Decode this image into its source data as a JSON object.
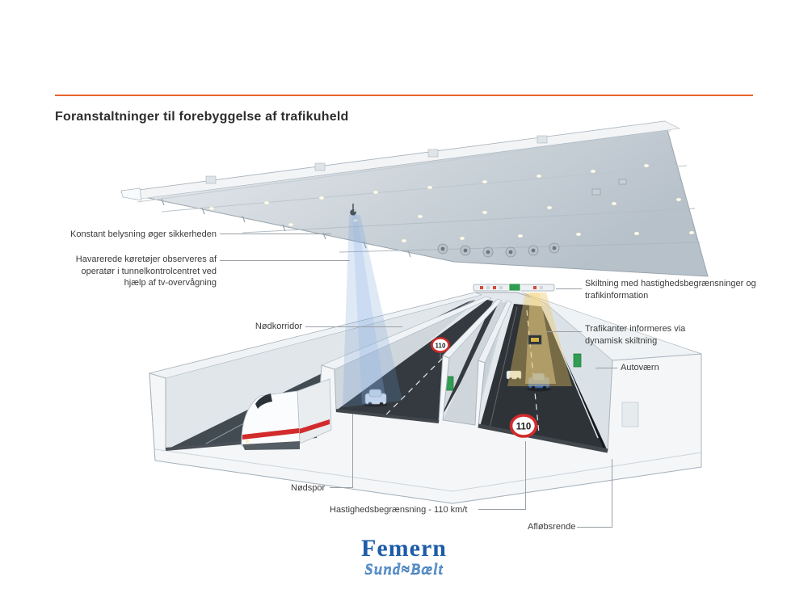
{
  "page": {
    "title": "Foranstaltninger til forebyggelse af trafikuheld"
  },
  "callouts": {
    "konstant_belysning": "Konstant belysning øger sikkerheden",
    "havarerede": "Havarerede køretøjer observeres af operatør i tunnelkontrolcentret ved hjælp af tv-overvågning",
    "nodkorridor": "Nødkorridor",
    "nodspor": "Nødspor",
    "hastighed": "Hastighedsbegrænsning - 110 km/t",
    "aflobsrende": "Afløbsrende",
    "skiltning": "Skiltning med hastighedsbegrænsninger og trafikinformation",
    "trafikanter": "Trafikanter informeres via dynamisk skiltning",
    "autovaern": "Autoværn"
  },
  "illustration": {
    "speed_sign": "110"
  },
  "logo": {
    "primary": "Femern",
    "secondary": "Sund≈Bælt"
  },
  "colors": {
    "accent": "#e8632c",
    "logo_blue": "#1d5ca8",
    "sign_red": "#d22b2b",
    "door_green": "#2f9e52"
  }
}
